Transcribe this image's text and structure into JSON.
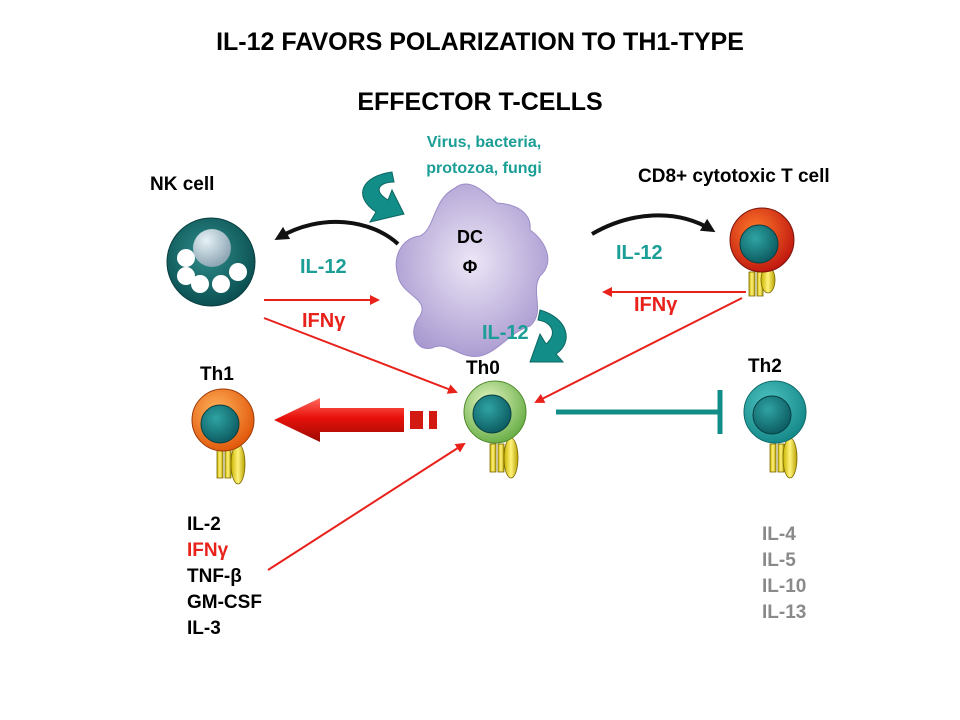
{
  "title": {
    "line1": "IL-12 FAVORS POLARIZATION TO TH1-TYPE",
    "line2": "EFFECTOR T-CELLS"
  },
  "pathogens": {
    "line1": "Virus, bacteria,",
    "line2": "protozoa, fungi"
  },
  "dc": {
    "line1": "DC",
    "line2": "Φ"
  },
  "cells": {
    "nk": "NK cell",
    "cd8": "CD8+ cytotoxic T cell",
    "th0": "Th0",
    "th1": "Th1",
    "th2": "Th2"
  },
  "signals": {
    "il12_left": "IL-12",
    "ifn_left": "IFNγ",
    "il12_right": "IL-12",
    "ifn_right": "IFNγ",
    "il12_center": "IL-12"
  },
  "th1_cytokines": [
    "IL-2",
    "IFNγ",
    "TNF-β",
    "GM-CSF",
    "IL-3"
  ],
  "th2_cytokines": [
    "IL-4",
    "IL-5",
    "IL-10",
    "IL-13"
  ],
  "colors": {
    "teal": "#1a9e96",
    "red": "#e8211b",
    "grey": "#8a8a8a",
    "dc_fill": "#b3a3d4"
  }
}
